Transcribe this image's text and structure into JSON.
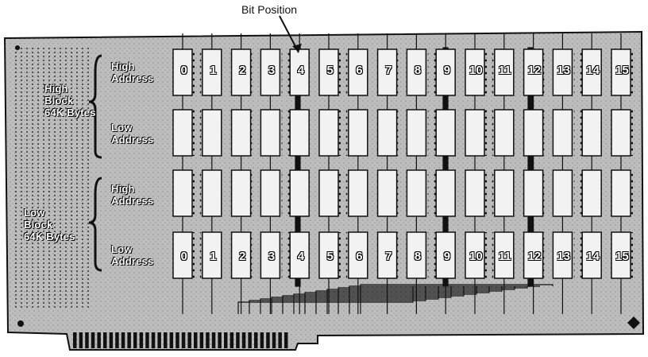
{
  "caption": {
    "bit_position": "Bit Position"
  },
  "left_labels": {
    "high_block": "High\nBlock\n64K Bytes",
    "low_block": "Low\nBlock\n64K Bytes"
  },
  "row_labels": {
    "row1": "High\nAddress",
    "row2": "Low\nAddress",
    "row3": "High\nAddress",
    "row4": "Low\nAddress"
  },
  "bit_numbers": [
    "0",
    "1",
    "2",
    "3",
    "4",
    "5",
    "6",
    "7",
    "8",
    "9",
    "10",
    "11",
    "12",
    "13",
    "14",
    "15"
  ],
  "bottom_bit_numbers": [
    "0",
    "1",
    "2",
    "3",
    "4",
    "5",
    "6",
    "7",
    "8",
    "9",
    "10",
    "11",
    "12",
    "13",
    "14",
    "15"
  ],
  "colors": {
    "board": "#b9b9b9",
    "ink": "#111111",
    "chip": "#f2f2f2"
  }
}
